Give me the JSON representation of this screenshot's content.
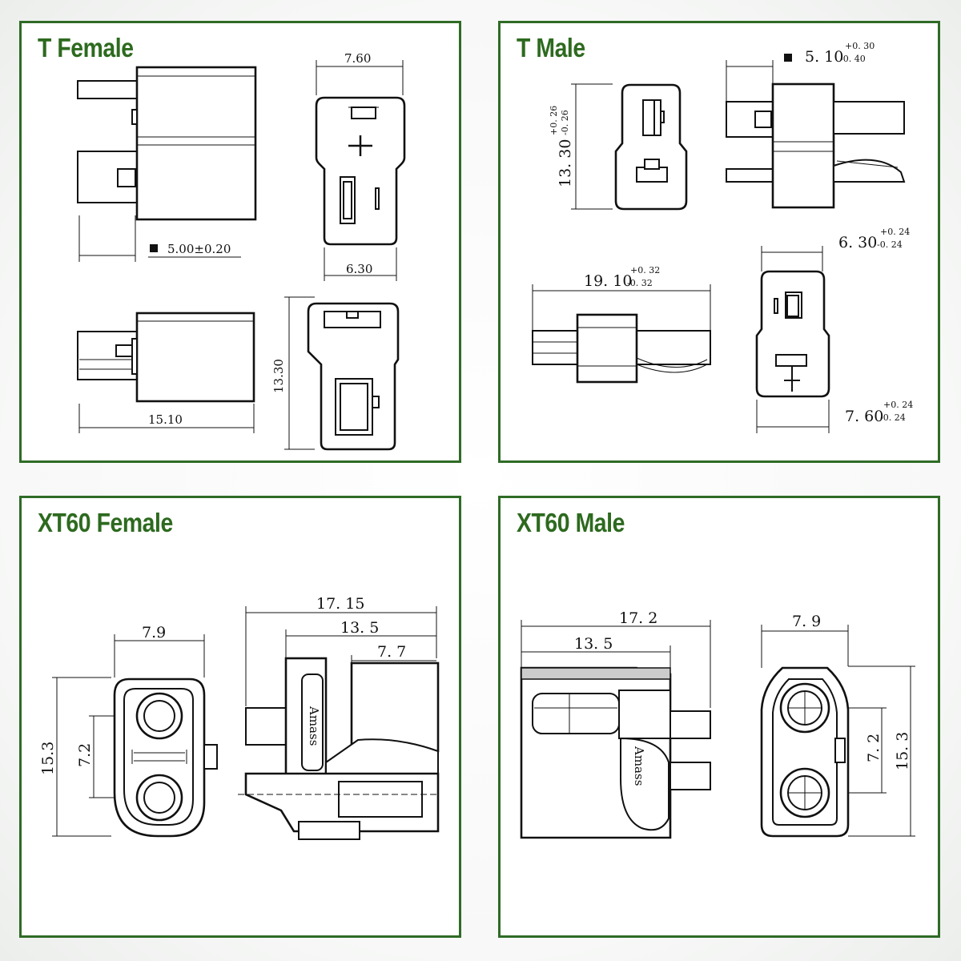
{
  "panels": {
    "t_female": {
      "title": "T Female",
      "dims": {
        "top_width": "7.60",
        "pin": "5.00±0.20",
        "bottom_width": "6.30",
        "height": "13.30",
        "length": "15.10"
      }
    },
    "t_male": {
      "title": "T Male",
      "dims": {
        "pin_base": "5. 10",
        "pin_tol_up": "+0. 30",
        "pin_tol_down": "-0. 40",
        "height_base": "13. 30",
        "height_tol_up": "+0. 26",
        "height_tol_down": "-0. 26",
        "length_base": "19. 10",
        "length_tol_up": "+0. 32",
        "length_tol_down": "-0. 32",
        "width_top_base": "6. 30",
        "width_top_tol_up": "+0. 24",
        "width_top_tol_down": "-0. 24",
        "width_bottom_base": "7. 60",
        "width_bottom_tol_up": "+0. 24",
        "width_bottom_tol_down": "-0. 24"
      }
    },
    "xt60_female": {
      "title": "XT60 Female",
      "dims": {
        "width": "7.9",
        "height": "15.3",
        "pitch": "7.2",
        "length_total": "17. 15",
        "length_mid": "13. 5",
        "length_short": "7. 7"
      },
      "brand": "Amass"
    },
    "xt60_male": {
      "title": "XT60 Male",
      "dims": {
        "length_total": "17. 2",
        "length_mid": "13. 5",
        "width": "7. 9",
        "pitch": "7. 2",
        "height": "15. 3"
      },
      "brand": "Amass"
    }
  },
  "colors": {
    "border": "#2f6b26",
    "title": "#2d6a1f"
  }
}
